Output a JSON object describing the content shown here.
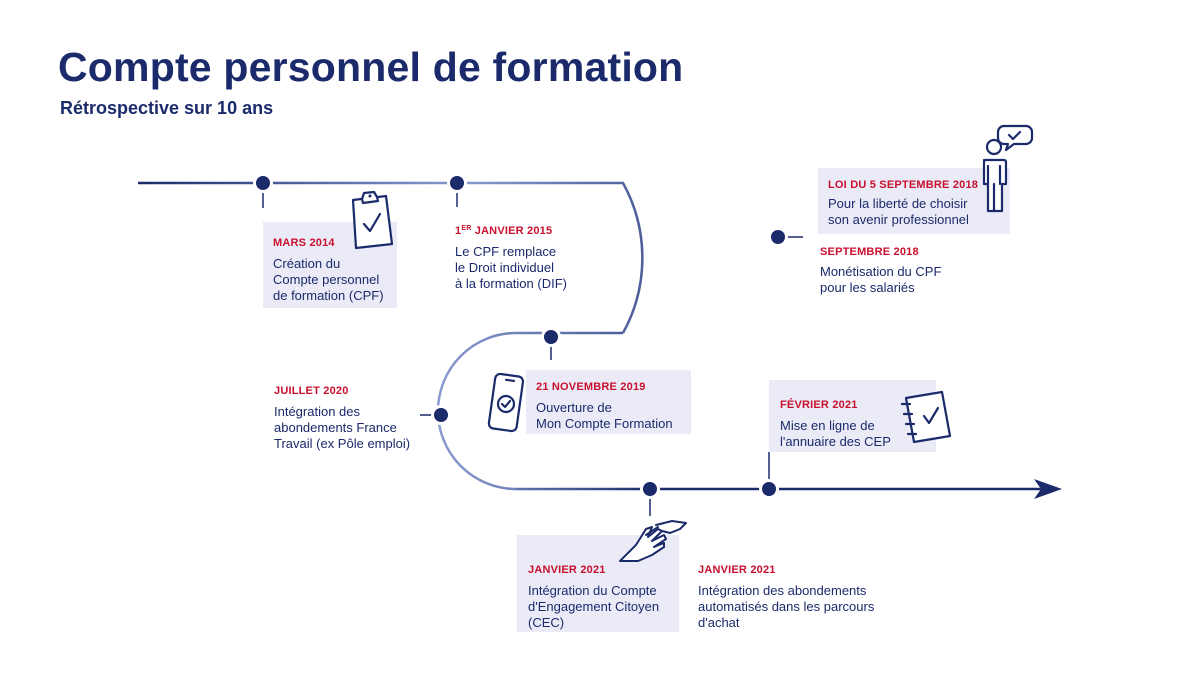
{
  "title": "Compte personnel de formation",
  "subtitle": "Rétrospective sur 10 ans",
  "events": [
    {
      "date": "MARS 2014",
      "lines": [
        "Création du",
        "Compte personnel",
        "de formation (CPF)"
      ]
    },
    {
      "date_prefix": "1",
      "date_sup": "ER",
      "date_rest": " JANVIER 2015",
      "lines": [
        "Le CPF remplace",
        "le Droit individuel",
        "à la formation (DIF)"
      ]
    },
    {
      "date": "LOI DU 5 SEPTEMBRE 2018",
      "lines": [
        "Pour la liberté de choisir",
        "son avenir professionnel"
      ]
    },
    {
      "date": "SEPTEMBRE 2018",
      "lines": [
        "Monétisation du CPF",
        "pour les salariés"
      ]
    },
    {
      "date": "21 NOVEMBRE 2019",
      "lines": [
        "Ouverture de",
        "Mon Compte Formation"
      ]
    },
    {
      "date": "JUILLET 2020",
      "lines": [
        "Intégration des",
        "abondements France",
        "Travail (ex Pôle emploi)"
      ]
    },
    {
      "date": "FÉVRIER 2021",
      "lines": [
        "Mise en ligne de",
        "l'annuaire des CEP"
      ]
    },
    {
      "date": "JANVIER 2021",
      "lines": [
        "Intégration du Compte",
        "d'Engagement Citoyen",
        "(CEC)"
      ]
    },
    {
      "date": "JANVIER 2021",
      "lines": [
        "Intégration des abondements",
        "automatisés dans les parcours",
        "d'achat"
      ]
    }
  ],
  "icons": [
    "clipboard-check-icon",
    "person-chat-icon",
    "smartphone-check-icon",
    "notebook-check-icon",
    "handshake-icon"
  ],
  "colors": {
    "navy": "#1b2a6b",
    "red": "#c8102e",
    "box": "#eaebf7",
    "light_line": "#8a9ad0"
  }
}
